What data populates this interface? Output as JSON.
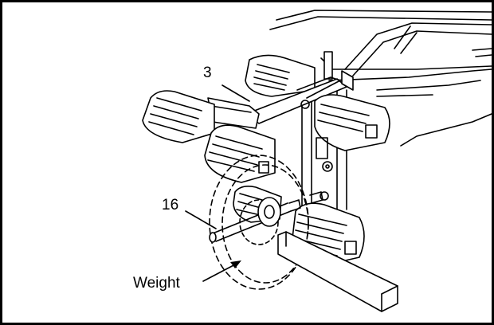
{
  "callouts": {
    "part_3": "3",
    "part_16": "16",
    "weight": "Weight"
  }
}
